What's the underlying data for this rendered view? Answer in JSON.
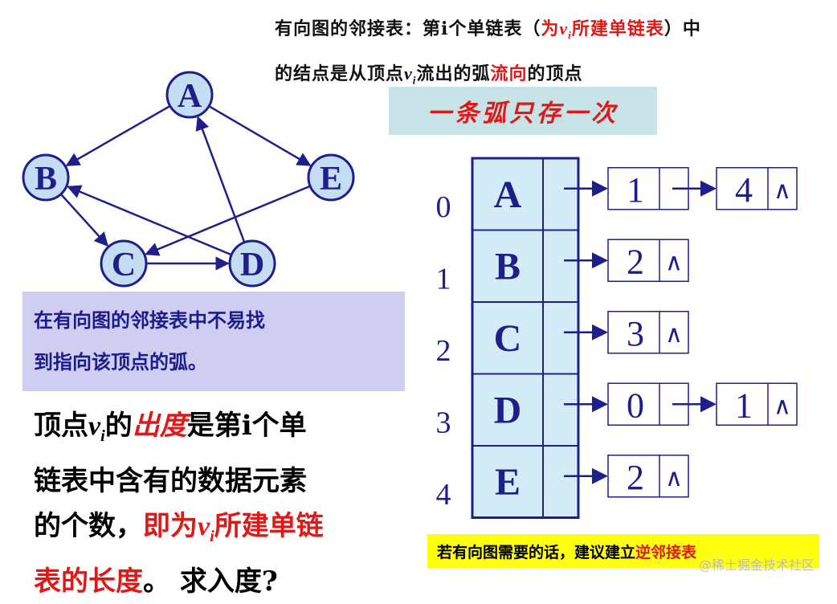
{
  "top_description": {
    "line1_a": "有向图的邻接表：第i个单链表（",
    "line1_red_a": "为",
    "line1_red_v": "v",
    "line1_red_i": "i",
    "line1_red_b": "所建单链表",
    "line1_b": "）中",
    "line2_a": "的结点是从顶点",
    "line2_v": "v",
    "line2_i": "i",
    "line2_b": "流出的弧",
    "line2_red": "流向",
    "line2_c": "的顶点"
  },
  "once_label": "一条弧只存一次",
  "graph": {
    "nodes": [
      {
        "id": "A",
        "label": "A"
      },
      {
        "id": "B",
        "label": "B"
      },
      {
        "id": "E",
        "label": "E"
      },
      {
        "id": "C",
        "label": "C"
      },
      {
        "id": "D",
        "label": "D"
      }
    ],
    "edges": [
      {
        "from": "A",
        "to": "B"
      },
      {
        "from": "A",
        "to": "E"
      },
      {
        "from": "B",
        "to": "C"
      },
      {
        "from": "C",
        "to": "D"
      },
      {
        "from": "D",
        "to": "A"
      },
      {
        "from": "D",
        "to": "B"
      },
      {
        "from": "E",
        "to": "C"
      }
    ],
    "colors": {
      "node_fill": "#c5ddf3",
      "node_stroke": "#1f1f8c",
      "label": "#1f1f8c",
      "edge": "#1f1f8c"
    }
  },
  "note": {
    "line1": "在有向图的邻接表中不易找",
    "line2": "到指向该顶点的弧。"
  },
  "out_degree": {
    "a": "顶点",
    "v": "v",
    "i": "i",
    "b": "的",
    "red1": "出度",
    "c": "是第i个单",
    "line2": "链表中含有的数据元素",
    "d": "的个数，",
    "red2": "即为",
    "v2": "v",
    "i2": "i",
    "red3": "所建单链",
    "red4": "表的长度",
    "e": "。 求入度?"
  },
  "adjacency": {
    "rows": [
      {
        "index": "0",
        "vertex": "A",
        "list": [
          {
            "value": "1",
            "null": false
          },
          {
            "value": "4",
            "null": true
          }
        ]
      },
      {
        "index": "1",
        "vertex": "B",
        "list": [
          {
            "value": "2",
            "null": true
          }
        ]
      },
      {
        "index": "2",
        "vertex": "C",
        "list": [
          {
            "value": "3",
            "null": true
          }
        ]
      },
      {
        "index": "3",
        "vertex": "D",
        "list": [
          {
            "value": "0",
            "null": false
          },
          {
            "value": "1",
            "null": true
          }
        ]
      },
      {
        "index": "4",
        "vertex": "E",
        "list": [
          {
            "value": "2",
            "null": true
          }
        ]
      }
    ],
    "null_symbol": "∧",
    "colors": {
      "array_fill": "#d3ecf8",
      "stroke": "#1f1f8c",
      "index": "#1f1f8c",
      "text": "#1f1f8c"
    }
  },
  "suggest": {
    "a": "若有向图需要的话，建议建立",
    "red": "逆邻接表"
  },
  "watermark": "@稀土掘金技术社区"
}
